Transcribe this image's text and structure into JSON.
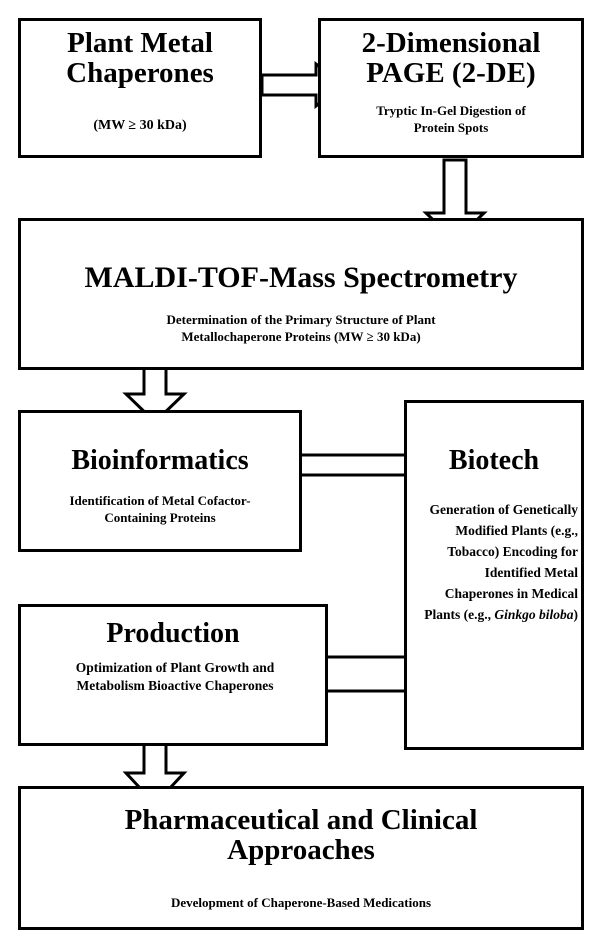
{
  "nodes": {
    "plant_metal_chaperones": {
      "title": "Plant Metal Chaperones",
      "subtitle": "(MW ≥ 30 kDa)"
    },
    "two_de": {
      "title": "2-Dimensional PAGE (2-DE)",
      "subtitle": "Tryptic In-Gel Digestion of Protein Spots"
    },
    "maldi": {
      "title": "MALDI-TOF-Mass Spectrometry",
      "subtitle": "Determination of the Primary Structure of Plant Metallochaperone Proteins (MW ≥ 30 kDa)"
    },
    "bioinformatics": {
      "title": "Bioinformatics",
      "subtitle": "Identification of Metal Cofactor-Containing Proteins"
    },
    "biotech": {
      "title": "Biotech",
      "subtitle": "Generation of Genetically Modified Plants (e.g., Tobacco) Encoding for Identified Metal Chaperones in Medical Plants (e.g., ",
      "subtitle_italic": "Ginkgo biloba",
      "subtitle_end": ")"
    },
    "production": {
      "title": "Production",
      "subtitle": "Optimization of Plant Growth and Metabolism Bioactive Chaperones"
    },
    "pharma": {
      "title": "Pharmaceutical and Clinical Approaches",
      "subtitle": "Development of Chaperone-Based Medications"
    }
  }
}
